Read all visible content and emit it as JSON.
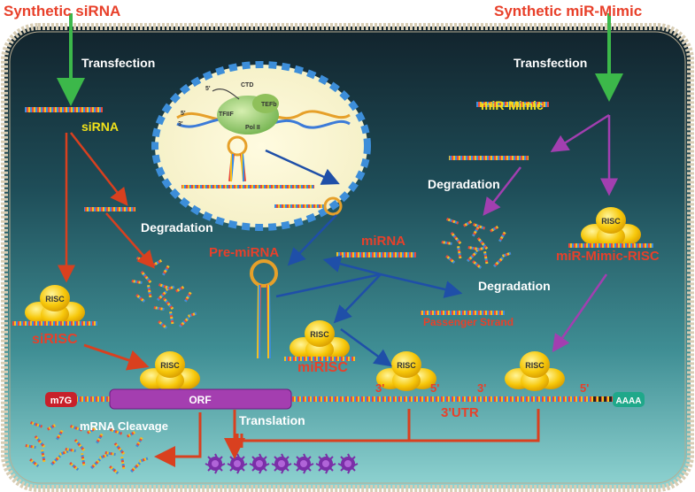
{
  "sources": {
    "left": "Synthetic siRNA",
    "right": "Synthetic miR-Mimic"
  },
  "steps": {
    "transfection_left": "Transfection",
    "transfection_right": "Transfection",
    "degradation_left": "Degradation",
    "degradation_middle": "Degradation",
    "degradation_right": "Degradation",
    "translation": "Translation",
    "mrna_cleavage": "mRNA Cleavage"
  },
  "molecules": {
    "sirna": "siRNA",
    "mir_mimic": "miR-Mimic",
    "pre_mirna": "Pre-miRNA",
    "mirna": "miRNA",
    "passenger_strand": "Passenger Strand",
    "sirisc": "siRISC",
    "mirisc": "miRISC",
    "mir_mimic_risc": "miR-Mimic-RISC",
    "risc": "RISC"
  },
  "nucleus": {
    "ctd": "CTD",
    "tfiif": "TFIIF",
    "tefb": "TEFb",
    "pol2": "Pol II",
    "five_prime": "5'",
    "three_prime": "3'"
  },
  "mrna": {
    "cap": "m7G",
    "orf": "ORF",
    "utr": "3'UTR",
    "polya": "AAAA",
    "three_prime": "3'",
    "five_prime": "5'"
  },
  "colors": {
    "label_red": "#e8402a",
    "label_yellow": "#f2e21a",
    "arrow_green": "#3cb84a",
    "arrow_blue": "#1f4fa8",
    "arrow_purple": "#a23fb0",
    "arrow_red": "#d9401f",
    "risc_yellow": "#f7c80b",
    "orf_purple": "#a43eb0"
  }
}
